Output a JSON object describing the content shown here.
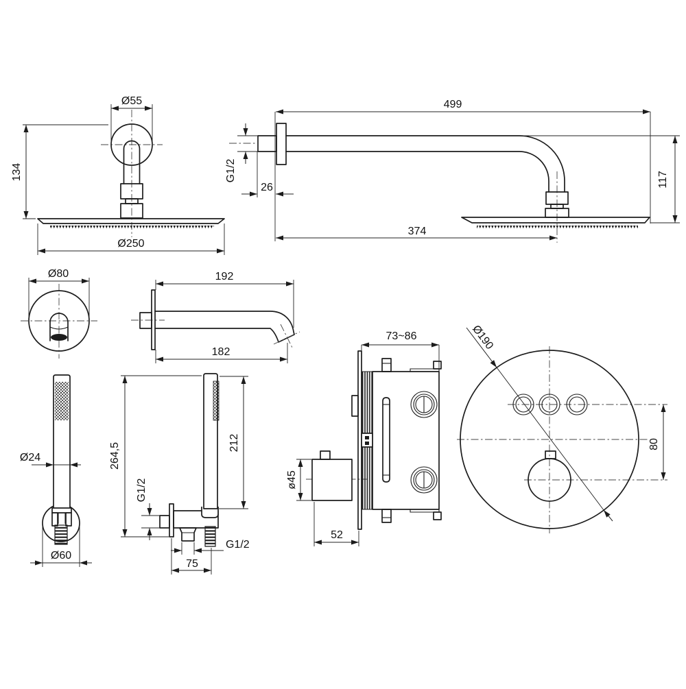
{
  "page": {
    "background": "#ffffff",
    "line_color": "#1c1c1c"
  },
  "views": {
    "ceiling_shower_head": {
      "title": "ceiling shower head front view",
      "labels": {
        "flange_diameter": "Ø55",
        "drop_height": "134",
        "head_diameter": "Ø250"
      }
    },
    "wall_shower_arm": {
      "title": "wall shower arm side view",
      "labels": {
        "arm_length": "499",
        "inlet_thread": "G1/2",
        "wall_offset": "26",
        "head_center_offset": "374",
        "drop_height": "117"
      }
    },
    "wall_elbow": {
      "title": "wall outlet elbow front view",
      "labels": {
        "plate_diameter": "Ø80"
      }
    },
    "spout": {
      "title": "bath spout side view",
      "labels": {
        "total_length": "192",
        "body_length": "182"
      }
    },
    "hand_shower": {
      "title": "hand shower with wall bracket front view",
      "labels": {
        "handle_diameter": "Ø24",
        "bracket_diameter": "Ø60"
      }
    },
    "hand_shower_holder": {
      "title": "hand shower on holder side view",
      "labels": {
        "total_height": "264,5",
        "handle_length": "212",
        "inlet_thread": "G1/2",
        "outlet_thread": "G1/2",
        "depth": "75"
      }
    },
    "mixer_valve_side": {
      "title": "concealed thermostatic valve side view",
      "labels": {
        "mounting_depth": "73~86",
        "knob_diameter": "ø45",
        "knob_depth": "52"
      }
    },
    "mixer_plate_front": {
      "title": "round valve plate front view",
      "labels": {
        "plate_diameter": "Ø190",
        "button_knob_spacing": "80"
      }
    }
  }
}
